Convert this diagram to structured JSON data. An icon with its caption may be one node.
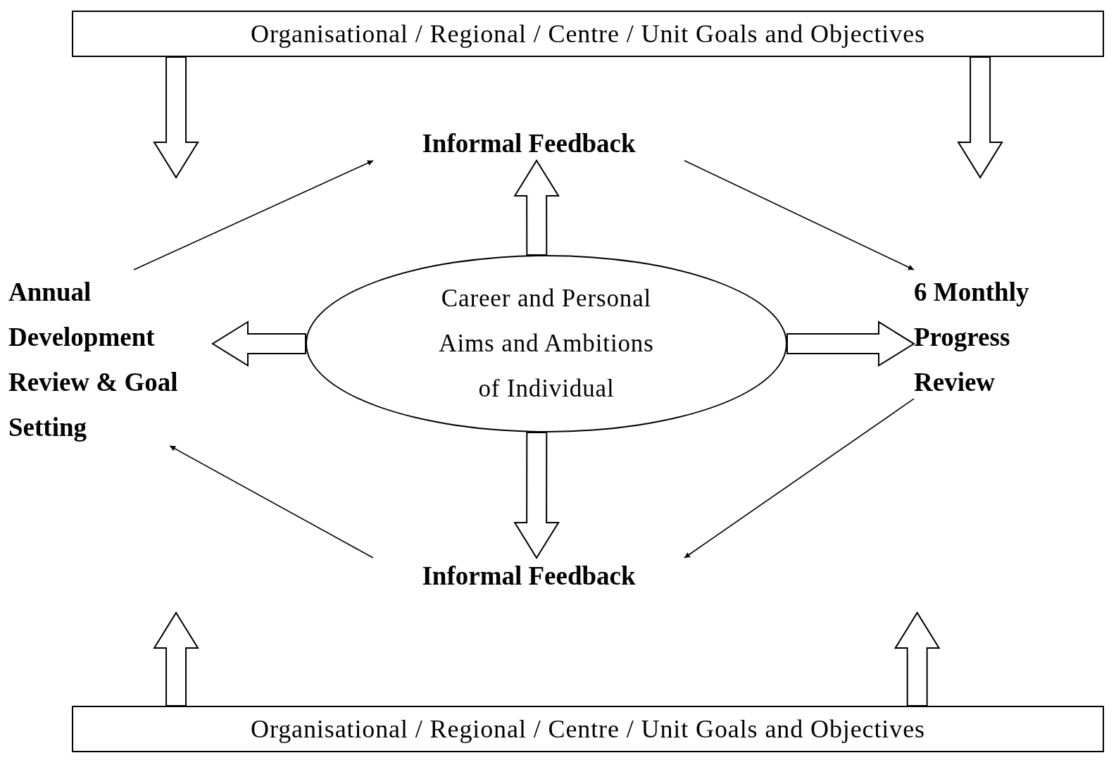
{
  "diagram": {
    "nodes": [
      {
        "text": [
          "Organisational / Regional / Centre / Unit Goals and Objectives"
        ]
      },
      {
        "text": [
          "Informal Feedback"
        ]
      },
      {
        "text": [
          "Annual Development Review & Goal Setting"
        ]
      },
      {
        "text": [
          "Career and Personal Aims and Ambitions of Individual"
        ]
      },
      {
        "text": [
          "6 Monthly Progress Review"
        ]
      },
      {
        "text": [
          "Informal Feedback"
        ]
      },
      {
        "text": [
          "Organisational / Regional / Centre / Unit Goals and Objectives"
        ]
      }
    ],
    "edges": [
      {
        "from": 0,
        "to": null,
        "arrow": "to",
        "style": "thick"
      },
      {
        "from": 0,
        "to": null,
        "arrow": "to",
        "style": "thick"
      },
      {
        "from": 2,
        "to": 1,
        "arrow": "to"
      },
      {
        "from": 3,
        "to": 1,
        "arrow": "to",
        "style": "thick"
      },
      {
        "from": 1,
        "to": 4,
        "arrow": "to"
      },
      {
        "from": 3,
        "to": 2,
        "arrow": "to",
        "style": "thick"
      },
      {
        "from": 3,
        "to": 4,
        "arrow": "to",
        "style": "thick"
      },
      {
        "from": 3,
        "to": 5,
        "arrow": "to",
        "style": "thick"
      },
      {
        "from": 4,
        "to": 5,
        "arrow": "to"
      },
      {
        "from": 5,
        "to": 2,
        "arrow": "to"
      },
      {
        "from": 6,
        "to": null,
        "arrow": "to",
        "style": "thick"
      },
      {
        "from": 6,
        "to": null,
        "arrow": "to",
        "style": "thick"
      }
    ]
  }
}
